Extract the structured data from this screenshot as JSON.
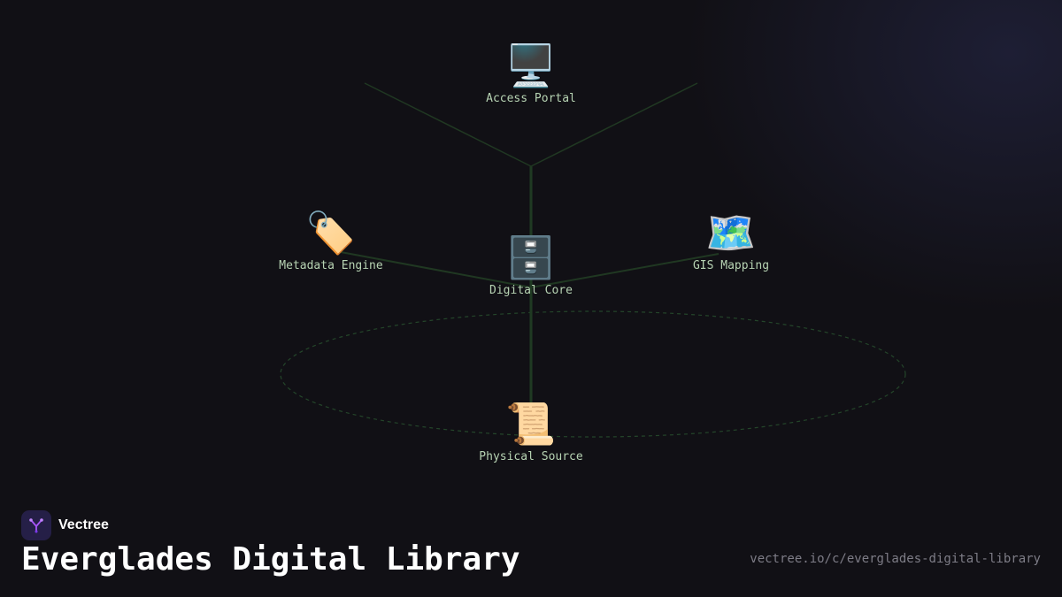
{
  "diagram": {
    "nodes": [
      {
        "id": "access-portal",
        "label": "Access Portal",
        "icon": "desktop-computer-icon",
        "glyph": "🖥️"
      },
      {
        "id": "metadata-engine",
        "label": "Metadata Engine",
        "icon": "label-tag-icon",
        "glyph": "🏷️"
      },
      {
        "id": "digital-core",
        "label": "Digital Core",
        "icon": "file-cabinet-icon",
        "glyph": "🗄️"
      },
      {
        "id": "gis-mapping",
        "label": "GIS Mapping",
        "icon": "world-map-icon",
        "glyph": "🗺️"
      },
      {
        "id": "physical-source",
        "label": "Physical Source",
        "icon": "scroll-icon",
        "glyph": "📜"
      }
    ],
    "edges": [
      {
        "from": "physical-source",
        "to": "digital-core"
      },
      {
        "from": "digital-core",
        "to": "metadata-engine"
      },
      {
        "from": "digital-core",
        "to": "gis-mapping"
      },
      {
        "from": "digital-core",
        "to": "access-portal"
      }
    ],
    "colors": {
      "trunk": "#1f3a22",
      "branch": "#203822",
      "root_ring": "#24452a",
      "label": "#b7d3b3"
    }
  },
  "footer": {
    "brand_name": "Vectree",
    "brand_icon": "vectree-logo-icon",
    "title": "Everglades Digital Library",
    "url": "vectree.io/c/everglades-digital-library"
  },
  "colors": {
    "background": "#111015",
    "accent": "#251f47",
    "title": "#ffffff",
    "url": "#7d7c86"
  }
}
